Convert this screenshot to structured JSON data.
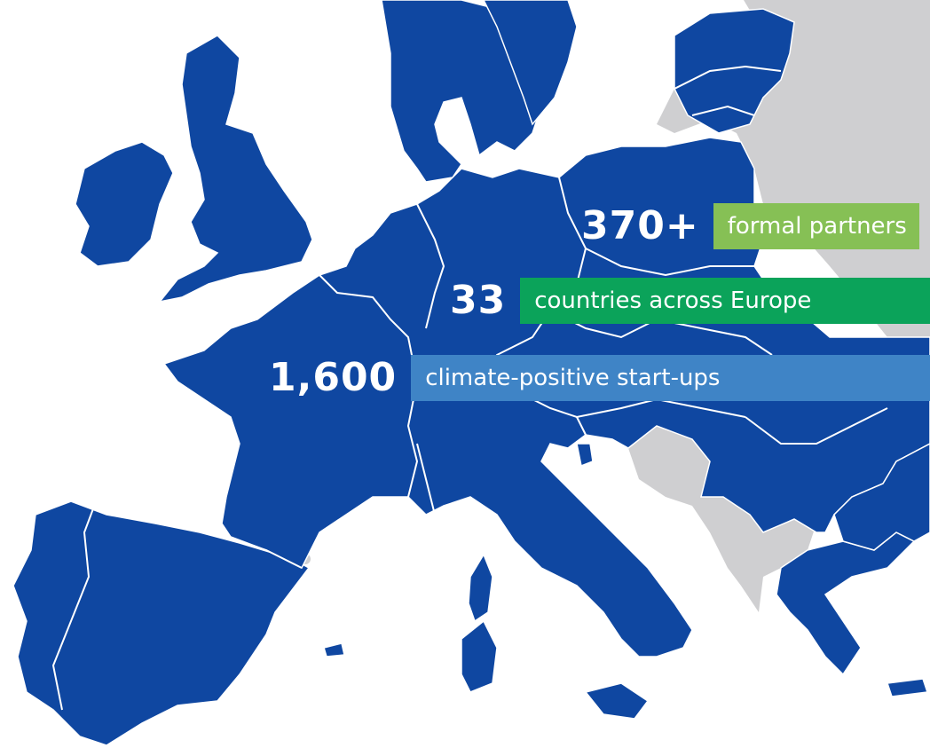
{
  "map": {
    "colors": {
      "member": "#0f47a1",
      "non_member": "#cfcfd1",
      "sea": "#ffffff",
      "border": "#ffffff"
    }
  },
  "stats": [
    {
      "number": "370+",
      "label": "formal partners",
      "color": "#86c055"
    },
    {
      "number": "33",
      "label": "countries across Europe",
      "color": "#0ba35a"
    },
    {
      "number": "1,600",
      "label": "climate-positive start-ups",
      "color": "#3f84c6"
    }
  ]
}
